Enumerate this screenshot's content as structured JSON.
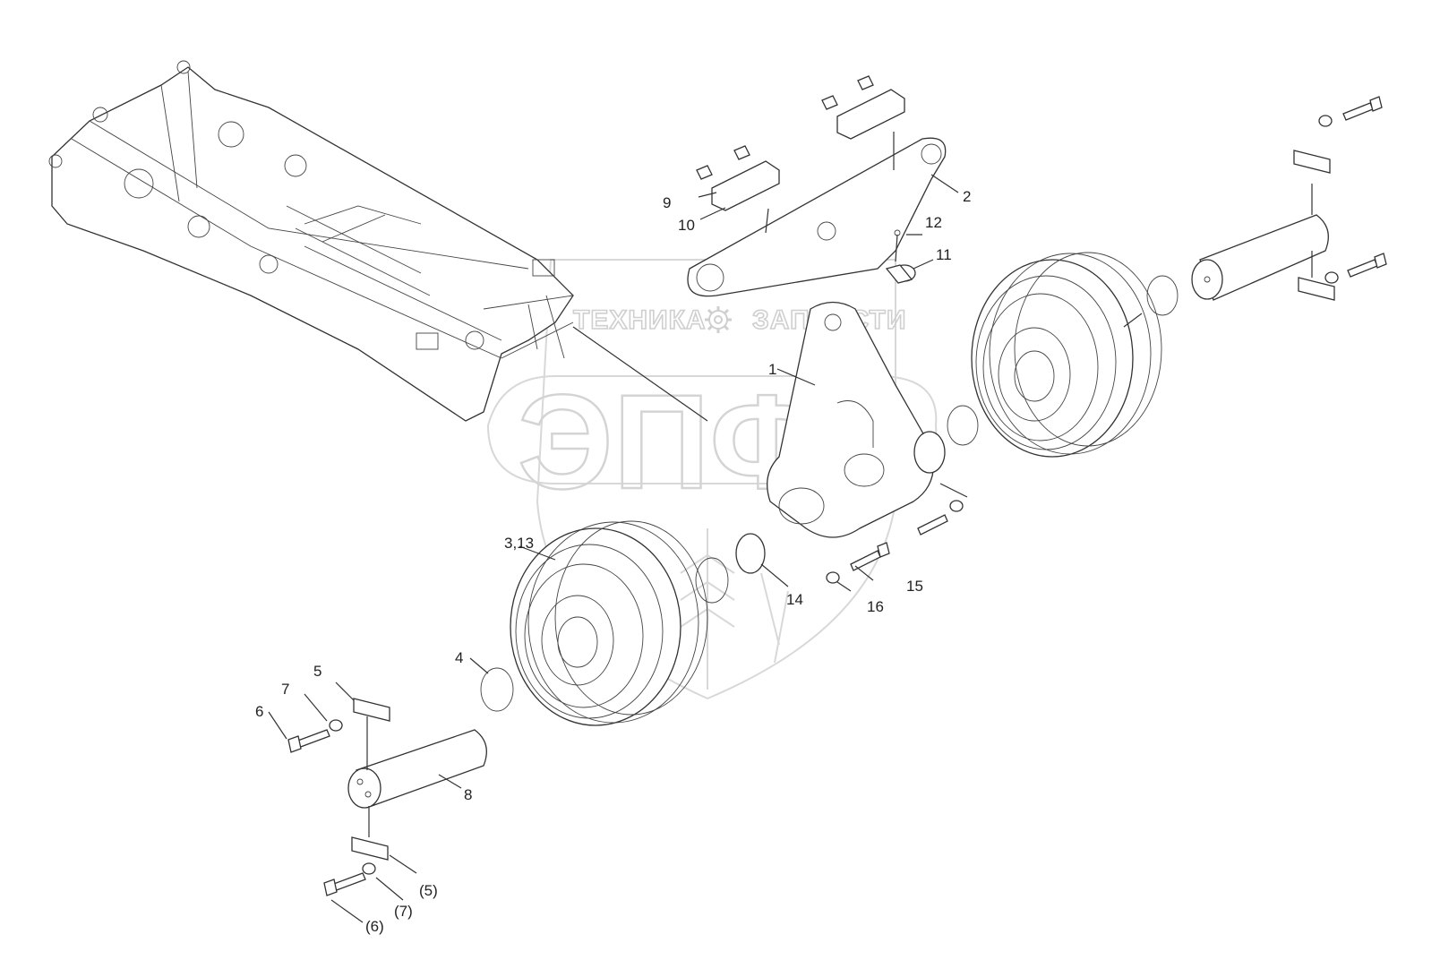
{
  "watermark": {
    "left_word": "ТЕХНИКА",
    "right_word": "ЗАПЧАСТИ",
    "logo": "ЭПФ",
    "gear_icon": "gear-icon",
    "outline_color": "#cfcfcf"
  },
  "callouts": [
    {
      "id": "c1",
      "text": "1"
    },
    {
      "id": "c2",
      "text": "2"
    },
    {
      "id": "c3",
      "text": "3,13"
    },
    {
      "id": "c4",
      "text": "4"
    },
    {
      "id": "c5",
      "text": "5"
    },
    {
      "id": "c5b",
      "text": "(5)"
    },
    {
      "id": "c6",
      "text": "6"
    },
    {
      "id": "c6b",
      "text": "(6)"
    },
    {
      "id": "c7",
      "text": "7"
    },
    {
      "id": "c7b",
      "text": "(7)"
    },
    {
      "id": "c8",
      "text": "8"
    },
    {
      "id": "c9",
      "text": "9"
    },
    {
      "id": "c10",
      "text": "10"
    },
    {
      "id": "c11",
      "text": "11"
    },
    {
      "id": "c12",
      "text": "12"
    },
    {
      "id": "c14",
      "text": "14"
    },
    {
      "id": "c15",
      "text": "15"
    },
    {
      "id": "c16",
      "text": "16"
    }
  ],
  "colors": {
    "line": "#333333",
    "background": "#ffffff"
  }
}
